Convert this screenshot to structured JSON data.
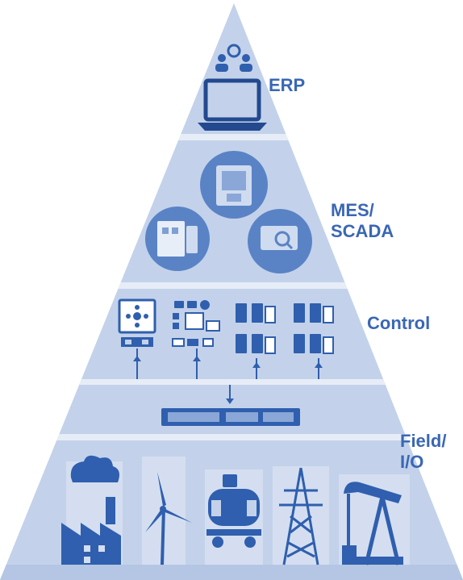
{
  "pyramid": {
    "levels": [
      {
        "id": "erp",
        "label_lines": [
          "ERP"
        ]
      },
      {
        "id": "mes-scada",
        "label_lines": [
          "MES/",
          "SCADA"
        ]
      },
      {
        "id": "control",
        "label_lines": [
          "Control"
        ]
      },
      {
        "id": "field-io",
        "label_lines": [
          "Field/",
          "I/O"
        ]
      }
    ]
  },
  "colors": {
    "pyramid_fill": "#c3d2ea",
    "band_stripe": "#dfe7f4",
    "icon_blue": "#2f5fae",
    "icon_dark": "#23498f",
    "label_blue": "#3a67b5",
    "circle_bg": "#5a83c6"
  }
}
